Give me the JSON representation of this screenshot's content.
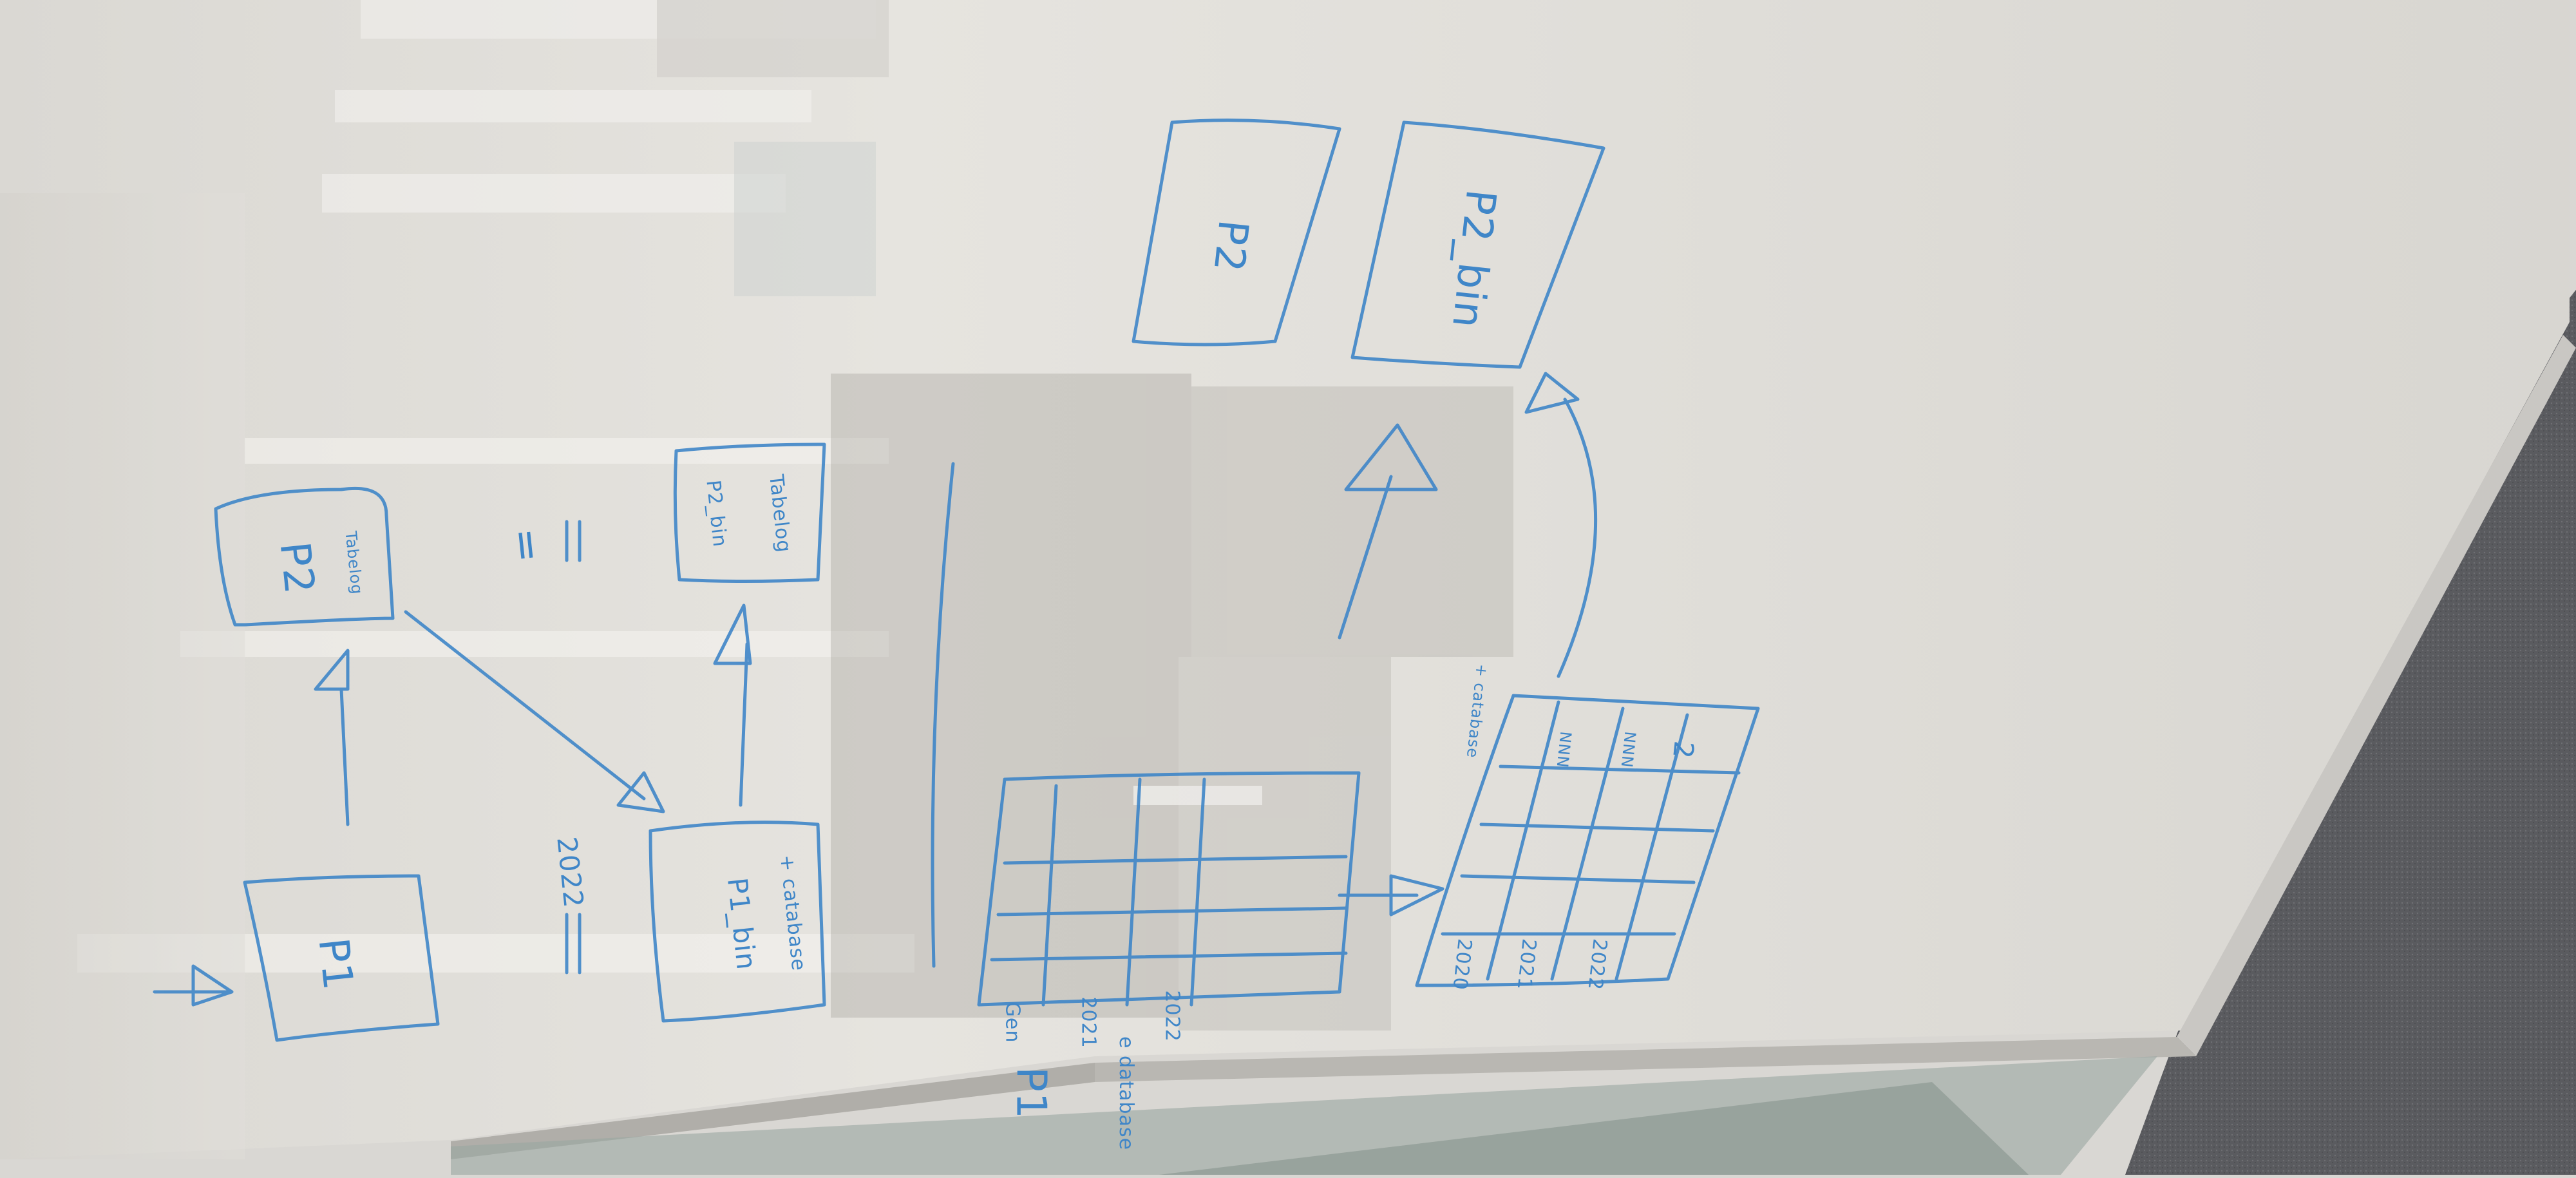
{
  "scene": {
    "description_type": "photo-of-whiteboard",
    "ink_color": "#3f86c8",
    "board_color": "#e8e6e1",
    "carpet_color": "#5d5e62"
  },
  "whiteboard": {
    "left_sketch": {
      "box_p2_top": {
        "line1": "P2",
        "line2": "Tabelog"
      },
      "box_p2_bin": {
        "line1": "P2_bin",
        "line2": "Tabelog"
      },
      "equals_mark": "=",
      "box_p1": {
        "line1": "P1"
      },
      "year_2022": "2022",
      "box_p1_bin": {
        "line1": "P1_bin",
        "line2": "+ catabase"
      }
    },
    "right_sketch": {
      "box_p2": "P2",
      "box_p2_bin": "P2_bin",
      "table_left": {
        "rows": [
          "Gen",
          "2021",
          "2022"
        ],
        "side_label": "P1",
        "side_label_2": "e database"
      },
      "table_right": {
        "rows": [
          "2020",
          "2021",
          "2022"
        ],
        "header_note": "+ catabase",
        "cells": [
          "NNN",
          "NNN",
          "2"
        ]
      }
    }
  }
}
